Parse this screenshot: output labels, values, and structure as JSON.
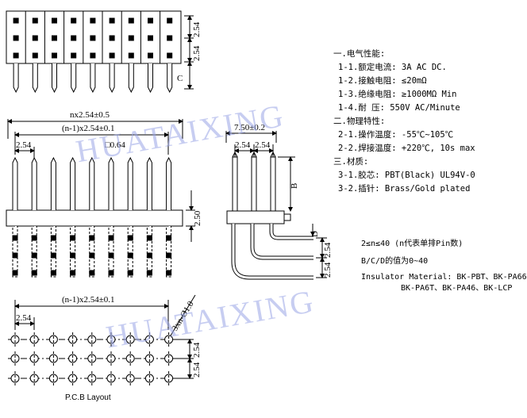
{
  "watermark": "HUATAIXING",
  "dimensions": {
    "c_label": "C",
    "pitch_vertical_1": "2.54",
    "pitch_vertical_2": "2.54",
    "overall_width": "nx2.54±0.5",
    "row_span": "(n-1)x2.54±0.1",
    "pitch_front": "2.54",
    "pin_square": "□0.64",
    "height_250": "2.50",
    "side_width": "7.50±0.2",
    "side_pitch_1": "2.54",
    "side_pitch_2": "2.54",
    "b_label": "B",
    "d_label": "D",
    "side_right_1": "2.54",
    "side_right_2": "2.54",
    "pcb_span": "(n-1)x2.54±0.1",
    "pcb_pitch": "2.54",
    "pcb_hole": "3xn-Ø1.0",
    "pcb_right_1": "2.54",
    "pcb_right_2": "2.54"
  },
  "specs": [
    {
      "text": "一.电气性能:",
      "level": "h"
    },
    {
      "text": "1-1.额定电流: 3A AC DC.",
      "level": "i"
    },
    {
      "text": "1-2.接触电阻: ≤20mΩ",
      "level": "i"
    },
    {
      "text": "1-3.绝缘电阻: ≥1000MΩ Min",
      "level": "i"
    },
    {
      "text": "1-4.耐    压: 550V AC/Minute",
      "level": "i"
    },
    {
      "text": "二.物理特性:",
      "level": "h"
    },
    {
      "text": "2-1.操作温度: -55℃~105℃",
      "level": "i"
    },
    {
      "text": "2-2.焊接温度: +220℃, 10s max",
      "level": "i"
    },
    {
      "text": "三.材质:",
      "level": "h"
    },
    {
      "text": "3-1.胶芯: PBT(Black) UL94V-0",
      "level": "i"
    },
    {
      "text": "3-2.插针: Brass/Gold plated",
      "level": "i"
    }
  ],
  "notes": {
    "pin_range": "2≤n≤40 (n代表单排Pin数)",
    "bcd_range": "B/C/D的值为0~40",
    "insulator_1": "Insulator Material: BK-PBT、BK-PA66",
    "insulator_2": "BK-PA6T、BK-PA46、BK-LCP"
  },
  "caption": "P.C.B Layout"
}
